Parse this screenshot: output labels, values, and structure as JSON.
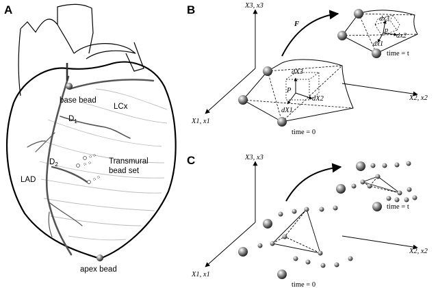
{
  "panels": {
    "a": "A",
    "b": "B",
    "c": "C"
  },
  "heart": {
    "base_bead": "base bead",
    "lcx": "LCx",
    "d1": "D",
    "d1_sub": "1",
    "d2": "D",
    "d2_sub": "2",
    "lad": "LAD",
    "transmural_line1": "Transmural",
    "transmural_line2": "bead set",
    "apex_bead": "apex bead"
  },
  "panel_b": {
    "axis_vertical": "X3, x3",
    "axis_right": "X2, x2",
    "axis_left": "X1, x1",
    "mapping": "F",
    "time_t": "time = t",
    "time_0": "time = 0",
    "ref_point": "P",
    "ref_dX1": "dX1",
    "ref_dX2": "dX2",
    "ref_dX3": "dX3",
    "cur_point": "p",
    "cur_dx1": "dx1",
    "cur_dx2": "dx2",
    "cur_dx3": "dx3"
  },
  "panel_c": {
    "axis_vertical": "X3, x3",
    "axis_right": "X2, x2",
    "axis_left": "X1, x1",
    "time_t": "time = t",
    "time_0": "time = 0"
  }
}
